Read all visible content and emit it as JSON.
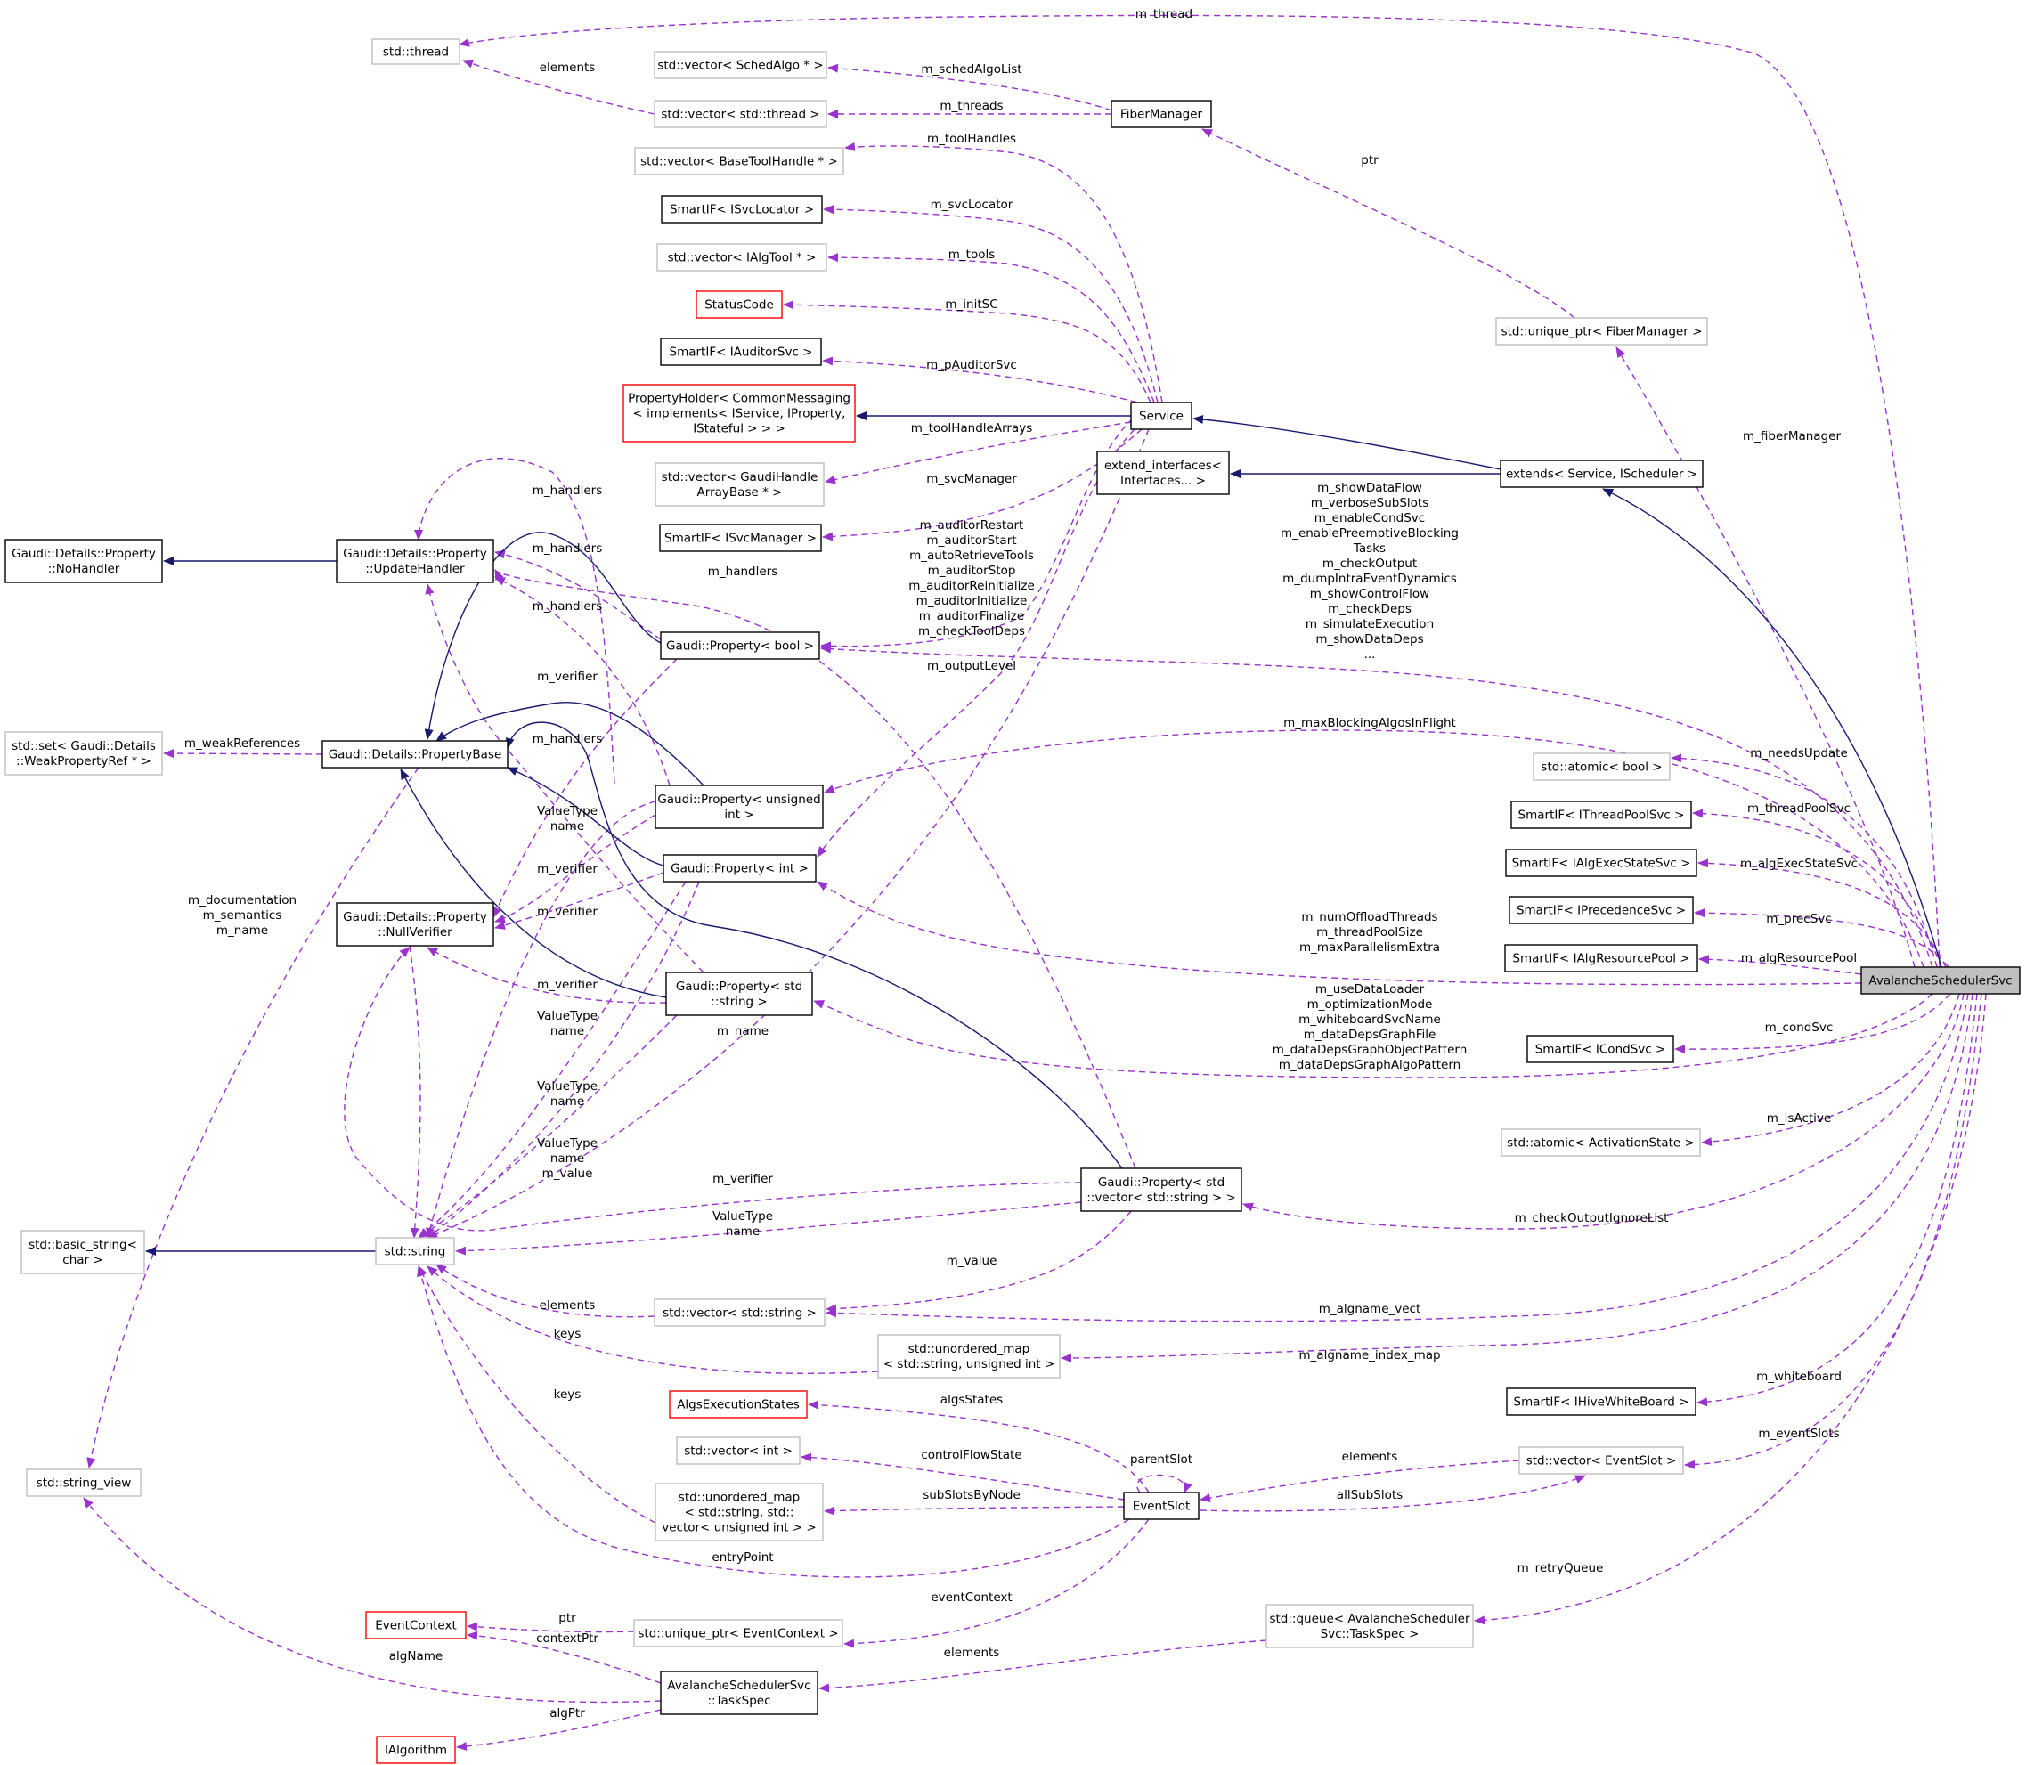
{
  "colors": {
    "usage": "#9a32cd",
    "inherit": "#191970",
    "node_border": "#000000",
    "node_grey": "#bfbfbf",
    "node_error": "#ff0000",
    "focus_fill": "#bfbfbf"
  },
  "nodes": [
    {
      "id": "std_thread",
      "lines": [
        "std::thread"
      ],
      "style": "grey"
    },
    {
      "id": "vec_schedalgo",
      "lines": [
        "std::vector< SchedAlgo * >"
      ],
      "style": "grey"
    },
    {
      "id": "vec_thread",
      "lines": [
        "std::vector< std::thread >"
      ],
      "style": "grey"
    },
    {
      "id": "fibermanager",
      "lines": [
        "FiberManager"
      ],
      "style": "normal"
    },
    {
      "id": "vec_basetoolhandle",
      "lines": [
        "std::vector< BaseToolHandle * >"
      ],
      "style": "grey"
    },
    {
      "id": "smartif_isvclocator",
      "lines": [
        "SmartIF< ISvcLocator >"
      ],
      "style": "normal"
    },
    {
      "id": "vec_ialgtool",
      "lines": [
        "std::vector< IAlgTool * >"
      ],
      "style": "grey"
    },
    {
      "id": "statuscode",
      "lines": [
        "StatusCode"
      ],
      "style": "red"
    },
    {
      "id": "smartif_iauditorsvc",
      "lines": [
        "SmartIF< IAuditorSvc >"
      ],
      "style": "normal"
    },
    {
      "id": "propertyholder",
      "lines": [
        "PropertyHolder< CommonMessaging",
        "< implements< IService, IProperty,",
        "IStateful > > >"
      ],
      "style": "red"
    },
    {
      "id": "service",
      "lines": [
        "Service"
      ],
      "style": "normal"
    },
    {
      "id": "unique_fibermanager",
      "lines": [
        "std::unique_ptr< FiberManager >"
      ],
      "style": "grey"
    },
    {
      "id": "vec_gaudihandle",
      "lines": [
        "std::vector< GaudiHandle",
        "ArrayBase * >"
      ],
      "style": "grey"
    },
    {
      "id": "extend_interfaces",
      "lines": [
        "extend_interfaces<",
        "Interfaces... >"
      ],
      "style": "normal"
    },
    {
      "id": "extends_service",
      "lines": [
        "extends< Service, IScheduler >"
      ],
      "style": "normal"
    },
    {
      "id": "smartif_isvcmanager",
      "lines": [
        "SmartIF< ISvcManager >"
      ],
      "style": "normal"
    },
    {
      "id": "nohandler",
      "lines": [
        "Gaudi::Details::Property",
        "::NoHandler"
      ],
      "style": "normal"
    },
    {
      "id": "updatehandler",
      "lines": [
        "Gaudi::Details::Property",
        "::UpdateHandler"
      ],
      "style": "normal"
    },
    {
      "id": "prop_bool",
      "lines": [
        "Gaudi::Property< bool >"
      ],
      "style": "normal"
    },
    {
      "id": "set_weakref",
      "lines": [
        "std::set< Gaudi::Details",
        "::WeakPropertyRef * >"
      ],
      "style": "grey"
    },
    {
      "id": "propertybase",
      "lines": [
        "Gaudi::Details::PropertyBase"
      ],
      "style": "normal"
    },
    {
      "id": "atomic_bool",
      "lines": [
        "std::atomic< bool >"
      ],
      "style": "grey"
    },
    {
      "id": "prop_uint",
      "lines": [
        "Gaudi::Property< unsigned",
        "int >"
      ],
      "style": "normal"
    },
    {
      "id": "smartif_ithreadpool",
      "lines": [
        "SmartIF< IThreadPoolSvc >"
      ],
      "style": "normal"
    },
    {
      "id": "prop_int",
      "lines": [
        "Gaudi::Property< int >"
      ],
      "style": "normal"
    },
    {
      "id": "smartif_ialgexecstate",
      "lines": [
        "SmartIF< IAlgExecStateSvc >"
      ],
      "style": "normal"
    },
    {
      "id": "nullverifier",
      "lines": [
        "Gaudi::Details::Property",
        "::NullVerifier"
      ],
      "style": "normal"
    },
    {
      "id": "smartif_iprecedence",
      "lines": [
        "SmartIF< IPrecedenceSvc >"
      ],
      "style": "normal"
    },
    {
      "id": "smartif_ialgresource",
      "lines": [
        "SmartIF< IAlgResourcePool >"
      ],
      "style": "normal"
    },
    {
      "id": "avalanche",
      "lines": [
        "AvalancheSchedulerSvc"
      ],
      "style": "focus"
    },
    {
      "id": "prop_string",
      "lines": [
        "Gaudi::Property< std",
        "::string >"
      ],
      "style": "normal"
    },
    {
      "id": "smartif_icondsvc",
      "lines": [
        "SmartIF< ICondSvc >"
      ],
      "style": "normal"
    },
    {
      "id": "atomic_activation",
      "lines": [
        "std::atomic< ActivationState >"
      ],
      "style": "grey"
    },
    {
      "id": "prop_vecstring",
      "lines": [
        "Gaudi::Property< std",
        "::vector< std::string > >"
      ],
      "style": "normal"
    },
    {
      "id": "basic_string",
      "lines": [
        "std::basic_string<",
        "char >"
      ],
      "style": "grey"
    },
    {
      "id": "std_string",
      "lines": [
        "std::string"
      ],
      "style": "grey"
    },
    {
      "id": "vec_string",
      "lines": [
        "std::vector< std::string >"
      ],
      "style": "grey"
    },
    {
      "id": "umap_uint",
      "lines": [
        "std::unordered_map",
        "< std::string, unsigned int >"
      ],
      "style": "grey"
    },
    {
      "id": "smartif_ihivewb",
      "lines": [
        "SmartIF< IHiveWhiteBoard >"
      ],
      "style": "normal"
    },
    {
      "id": "algsexecstates",
      "lines": [
        "AlgsExecutionStates"
      ],
      "style": "red"
    },
    {
      "id": "vec_int",
      "lines": [
        "std::vector< int >"
      ],
      "style": "grey"
    },
    {
      "id": "vec_eventslot",
      "lines": [
        "std::vector< EventSlot >"
      ],
      "style": "grey"
    },
    {
      "id": "eventslot",
      "lines": [
        "EventSlot"
      ],
      "style": "normal"
    },
    {
      "id": "string_view",
      "lines": [
        "std::string_view"
      ],
      "style": "grey"
    },
    {
      "id": "umap_vec",
      "lines": [
        "std::unordered_map",
        "< std::string, std::",
        "vector< unsigned int > >"
      ],
      "style": "grey"
    },
    {
      "id": "eventcontext",
      "lines": [
        "EventContext"
      ],
      "style": "red"
    },
    {
      "id": "unique_eventcontext",
      "lines": [
        "std::unique_ptr< EventContext >"
      ],
      "style": "grey"
    },
    {
      "id": "queue_taskspec",
      "lines": [
        "std::queue< AvalancheScheduler",
        "Svc::TaskSpec >"
      ],
      "style": "grey"
    },
    {
      "id": "taskspec",
      "lines": [
        "AvalancheSchedulerSvc",
        "::TaskSpec"
      ],
      "style": "normal"
    },
    {
      "id": "ialgorithm",
      "lines": [
        "IAlgorithm"
      ],
      "style": "red"
    }
  ],
  "edge_labels": [
    {
      "id": "lbl_m_thread",
      "lines": [
        "m_thread"
      ]
    },
    {
      "id": "lbl_elements_thread",
      "lines": [
        "elements"
      ]
    },
    {
      "id": "lbl_schedalgolist",
      "lines": [
        "m_schedAlgoList"
      ]
    },
    {
      "id": "lbl_threads",
      "lines": [
        "m_threads"
      ]
    },
    {
      "id": "lbl_toolhandles",
      "lines": [
        "m_toolHandles"
      ]
    },
    {
      "id": "lbl_ptr_fiber",
      "lines": [
        "ptr"
      ]
    },
    {
      "id": "lbl_svclocator",
      "lines": [
        "m_svcLocator"
      ]
    },
    {
      "id": "lbl_tools",
      "lines": [
        "m_tools"
      ]
    },
    {
      "id": "lbl_initsc",
      "lines": [
        "m_initSC"
      ]
    },
    {
      "id": "lbl_pauditorsvc",
      "lines": [
        "m_pAuditorSvc"
      ]
    },
    {
      "id": "lbl_fibermanager",
      "lines": [
        "m_fiberManager"
      ]
    },
    {
      "id": "lbl_toolhandlearrays",
      "lines": [
        "m_toolHandleArrays"
      ]
    },
    {
      "id": "lbl_svcmanager",
      "lines": [
        "m_svcManager"
      ]
    },
    {
      "id": "lbl_bools",
      "lines": [
        "m_showDataFlow",
        "m_verboseSubSlots",
        "m_enableCondSvc",
        "m_enablePreemptiveBlocking",
        "Tasks",
        "m_checkOutput",
        "m_dumpIntraEventDynamics",
        "m_showControlFlow",
        "m_checkDeps",
        "m_simulateExecution",
        "m_showDataDeps",
        "..."
      ]
    },
    {
      "id": "lbl_handlers_1",
      "lines": [
        "m_handlers"
      ]
    },
    {
      "id": "lbl_handlers_2",
      "lines": [
        "m_handlers"
      ]
    },
    {
      "id": "lbl_auditors",
      "lines": [
        "m_auditorRestart",
        "m_auditorStart",
        "m_autoRetrieveTools",
        "m_auditorStop",
        "m_auditorReinitialize",
        "m_auditorInitialize",
        "m_auditorFinalize",
        "m_checkToolDeps"
      ]
    },
    {
      "id": "lbl_handlers_3",
      "lines": [
        "m_handlers"
      ]
    },
    {
      "id": "lbl_handlers_4",
      "lines": [
        "m_handlers"
      ]
    },
    {
      "id": "lbl_outputlevel",
      "lines": [
        "m_outputLevel"
      ]
    },
    {
      "id": "lbl_verifier_1",
      "lines": [
        "m_verifier"
      ]
    },
    {
      "id": "lbl_maxblocking",
      "lines": [
        "m_maxBlockingAlgosInFlight"
      ]
    },
    {
      "id": "lbl_weakrefs",
      "lines": [
        "m_weakReferences"
      ]
    },
    {
      "id": "lbl_handlers_5",
      "lines": [
        "m_handlers"
      ]
    },
    {
      "id": "lbl_needsupdate",
      "lines": [
        "m_needsUpdate"
      ]
    },
    {
      "id": "lbl_threadpoolsvc",
      "lines": [
        "m_threadPoolSvc"
      ]
    },
    {
      "id": "lbl_valuetype_1",
      "lines": [
        "ValueType",
        "name"
      ]
    },
    {
      "id": "lbl_algexecstatesvc",
      "lines": [
        "m_algExecStateSvc"
      ]
    },
    {
      "id": "lbl_verifier_2",
      "lines": [
        "m_verifier"
      ]
    },
    {
      "id": "lbl_doc",
      "lines": [
        "m_documentation",
        "m_semantics",
        "m_name"
      ]
    },
    {
      "id": "lbl_verifier_3",
      "lines": [
        "m_verifier"
      ]
    },
    {
      "id": "lbl_precsvc",
      "lines": [
        "m_precSvc"
      ]
    },
    {
      "id": "lbl_ints",
      "lines": [
        "m_numOffloadThreads",
        "m_threadPoolSize",
        "m_maxParallelismExtra"
      ]
    },
    {
      "id": "lbl_algresourcepool",
      "lines": [
        "m_algResourcePool"
      ]
    },
    {
      "id": "lbl_verifier_4",
      "lines": [
        "m_verifier"
      ]
    },
    {
      "id": "lbl_strings",
      "lines": [
        "m_useDataLoader",
        "m_optimizationMode",
        "m_whiteboardSvcName",
        "m_dataDepsGraphFile",
        "m_dataDepsGraphObjectPattern",
        "m_dataDepsGraphAlgoPattern"
      ]
    },
    {
      "id": "lbl_valuetype_2",
      "lines": [
        "ValueType",
        "name"
      ]
    },
    {
      "id": "lbl_m_name",
      "lines": [
        "m_name"
      ]
    },
    {
      "id": "lbl_condsvc",
      "lines": [
        "m_condSvc"
      ]
    },
    {
      "id": "lbl_valuetype_3",
      "lines": [
        "ValueType",
        "name"
      ]
    },
    {
      "id": "lbl_isactive",
      "lines": [
        "m_isActive"
      ]
    },
    {
      "id": "lbl_valuetype_4",
      "lines": [
        "ValueType",
        "name",
        "m_value"
      ]
    },
    {
      "id": "lbl_verifier_5",
      "lines": [
        "m_verifier"
      ]
    },
    {
      "id": "lbl_checkoutputignore",
      "lines": [
        "m_checkOutputIgnoreList"
      ]
    },
    {
      "id": "lbl_valuetype_5",
      "lines": [
        "ValueType",
        "name"
      ]
    },
    {
      "id": "lbl_m_value",
      "lines": [
        "m_value"
      ]
    },
    {
      "id": "lbl_elements_string",
      "lines": [
        "elements"
      ]
    },
    {
      "id": "lbl_algname_vect",
      "lines": [
        "m_algname_vect"
      ]
    },
    {
      "id": "lbl_keys_1",
      "lines": [
        "keys"
      ]
    },
    {
      "id": "lbl_algname_index",
      "lines": [
        "m_algname_index_map"
      ]
    },
    {
      "id": "lbl_whiteboard",
      "lines": [
        "m_whiteboard"
      ]
    },
    {
      "id": "lbl_keys_2",
      "lines": [
        "keys"
      ]
    },
    {
      "id": "lbl_algsstates",
      "lines": [
        "algsStates"
      ]
    },
    {
      "id": "lbl_eventslots",
      "lines": [
        "m_eventSlots"
      ]
    },
    {
      "id": "lbl_parentslot",
      "lines": [
        "parentSlot"
      ]
    },
    {
      "id": "lbl_controlflowstate",
      "lines": [
        "controlFlowState"
      ]
    },
    {
      "id": "lbl_elements_slot",
      "lines": [
        "elements"
      ]
    },
    {
      "id": "lbl_subslotsbynode",
      "lines": [
        "subSlotsByNode"
      ]
    },
    {
      "id": "lbl_allsubslots",
      "lines": [
        "allSubSlots"
      ]
    },
    {
      "id": "lbl_entrypoint",
      "lines": [
        "entryPoint"
      ]
    },
    {
      "id": "lbl_retryqueue",
      "lines": [
        "m_retryQueue"
      ]
    },
    {
      "id": "lbl_eventcontext",
      "lines": [
        "eventContext"
      ]
    },
    {
      "id": "lbl_ptr_ctx",
      "lines": [
        "ptr"
      ]
    },
    {
      "id": "lbl_contextptr",
      "lines": [
        "contextPtr"
      ]
    },
    {
      "id": "lbl_elements_task",
      "lines": [
        "elements"
      ]
    },
    {
      "id": "lbl_algname",
      "lines": [
        "algName"
      ]
    },
    {
      "id": "lbl_algptr",
      "lines": [
        "algPtr"
      ]
    }
  ]
}
